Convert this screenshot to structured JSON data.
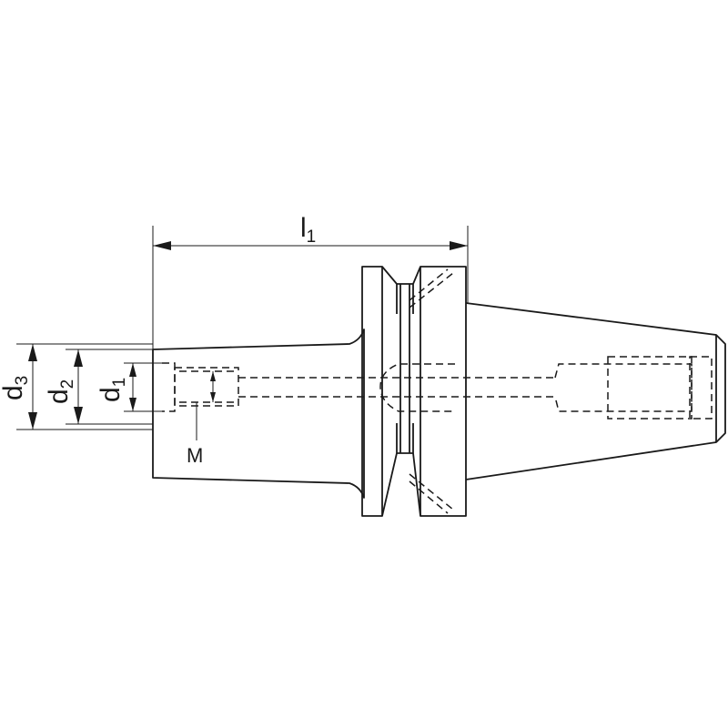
{
  "labels": {
    "l1": {
      "base": "l",
      "sub": "1"
    },
    "d1": {
      "base": "d",
      "sub": "1"
    },
    "d2": {
      "base": "d",
      "sub": "2"
    },
    "d3": {
      "base": "d",
      "sub": "3"
    },
    "M": "M"
  },
  "colors": {
    "line": "#1a1a1a",
    "background": "#ffffff"
  }
}
